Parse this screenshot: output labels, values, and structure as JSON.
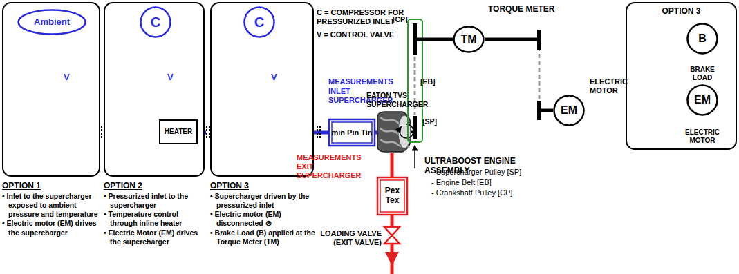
{
  "diagram": {
    "nodes": [
      {
        "text": [
          "OPTION 1",
          "• Inlet to the supercharger exposed to ambient pressure and temperature",
          "• Electric motor (EM) drives the supercharger"
        ]
      },
      {
        "text": [
          "Ambient"
        ],
        "in": 0
      },
      {
        "text": [
          "OPTION 2",
          "• Pressurized inlet to the supercharger",
          "• Temperature control through inline heater",
          "• Electric Motor (EM) drives the supercharger"
        ]
      },
      {
        "text": [
          "C"
        ],
        "in": 2
      },
      {
        "text": [
          "HEATER"
        ],
        "in": 2
      },
      {
        "text": [
          "OPTION 3",
          "• Supercharger driven by the pressurized inlet",
          "• Electric motor (EM) disconnected ⊗",
          "• Brake Load (B) applied at the Torque Meter (TM)"
        ]
      },
      {
        "text": [
          "C"
        ],
        "in": 5
      },
      {
        "text": [
          "MEASUREMENTS INLET SUPERCHARGER",
          "ṁin Pin Tin"
        ]
      },
      {
        "text": [
          "MEASUREMENTS EXIT SUPERCHARGER",
          "Pex",
          "Tex"
        ]
      },
      {
        "text": [
          "TM"
        ]
      },
      {
        "text": [
          "EM"
        ]
      },
      {
        "text": [
          "OPTION 3"
        ]
      },
      {
        "text": [
          "B"
        ],
        "in": 11
      },
      {
        "text": [
          "EM"
        ],
        "in": 11
      }
    ],
    "edges": [
      {
        "from": 3,
        "to": 4,
        "arrow": "to"
      },
      {
        "from": 9,
        "to": 10,
        "arrow": "none"
      },
      {
        "from": 12,
        "to": 13,
        "arrow": "none"
      }
    ],
    "labels": [
      "C = COMPRESSOR FOR PRESSURIZED INLET",
      "V = CONTROL VALVE",
      "V",
      "V",
      "V",
      "EATON TVS SUPERCHARGER",
      "[CP]",
      "[EB]",
      "[SP]",
      "TORQUE METER",
      "ELECTRIC MOTOR",
      "LOADING VALVE (EXIT VALVE)",
      "ULTRABOOST ENGINE ASSEMBLY",
      "- Supercharger Pulley [SP]",
      "- Engine Belt [EB]",
      "- Crankshaft Pulley [CP]",
      "BRAKE LOAD",
      "ELECTRIC MOTOR"
    ]
  }
}
